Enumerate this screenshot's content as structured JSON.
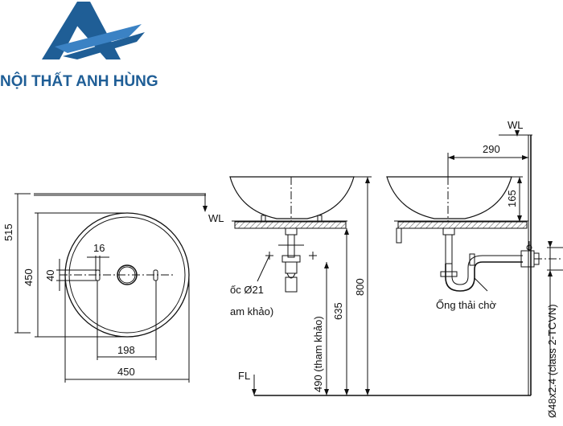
{
  "brand": {
    "name": "NỘI THẤT ANH HÙNG",
    "logo_letters": "AH",
    "colors": {
      "primary": "#1f5e96",
      "secondary": "#3b82c4"
    }
  },
  "labels": {
    "wl_top": "WL",
    "wl_left": "WL",
    "fl": "FL",
    "drain_text_1": "ốc Ø21",
    "drain_text_2": "am khảo)",
    "trap_label": "Ống thải chờ",
    "pipe_spec": "Ø48x2.4 (class 2-TCVN)",
    "height_ref": "490 (tham khảo)"
  },
  "dimensions": {
    "depth_outer": "515",
    "depth_inner": "450",
    "offset_40": "40",
    "hole_16": "16",
    "width_198": "198",
    "width_450": "450",
    "height_635": "635",
    "height_800": "800",
    "wall_290": "290",
    "bowl_165": "165"
  }
}
